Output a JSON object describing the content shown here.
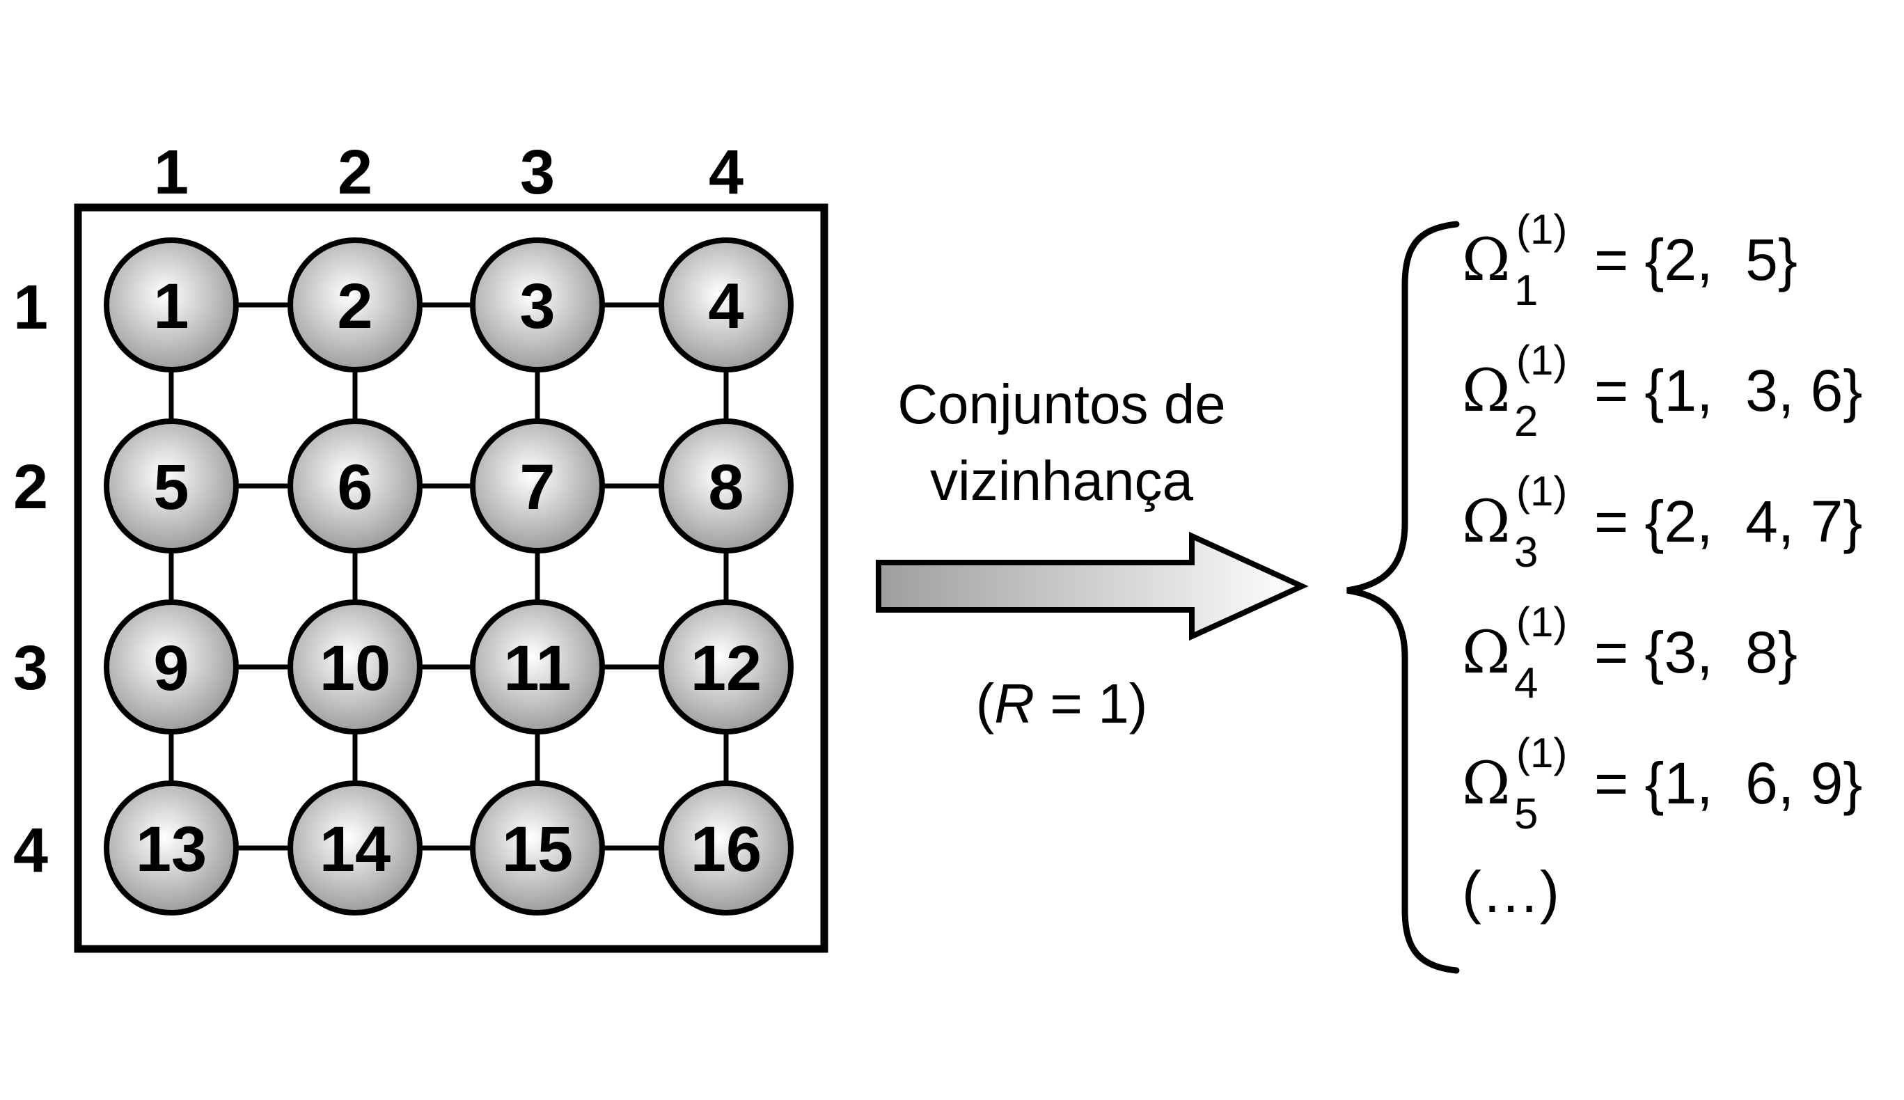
{
  "grid": {
    "column_labels": [
      "1",
      "2",
      "3",
      "4"
    ],
    "row_labels": [
      "1",
      "2",
      "3",
      "4"
    ],
    "nodes": [
      "1",
      "2",
      "3",
      "4",
      "5",
      "6",
      "7",
      "8",
      "9",
      "10",
      "11",
      "12",
      "13",
      "14",
      "15",
      "16"
    ]
  },
  "arrow": {
    "caption_line1": "Conjuntos de",
    "caption_line2": "vizinhança",
    "radius_open": "(",
    "radius_var": "R",
    "radius_rest": " = 1)"
  },
  "sets": [
    {
      "omega": "Ω",
      "sub": "1",
      "sup": "(1)",
      "value": "= {2,  5}"
    },
    {
      "omega": "Ω",
      "sub": "2",
      "sup": "(1)",
      "value": "= {1,  3, 6}"
    },
    {
      "omega": "Ω",
      "sub": "3",
      "sup": "(1)",
      "value": "= {2,  4, 7}"
    },
    {
      "omega": "Ω",
      "sub": "4",
      "sup": "(1)",
      "value": "= {3,  8}"
    },
    {
      "omega": "Ω",
      "sub": "5",
      "sup": "(1)",
      "value": "= {1,  6, 9}"
    }
  ],
  "ellipsis": "(…)",
  "colors": {
    "node_center": "#ffffff",
    "node_edge": "#9a9a9a",
    "arrow_dark": "#9e9e9e",
    "arrow_light": "#ffffff",
    "stroke": "#000000"
  }
}
